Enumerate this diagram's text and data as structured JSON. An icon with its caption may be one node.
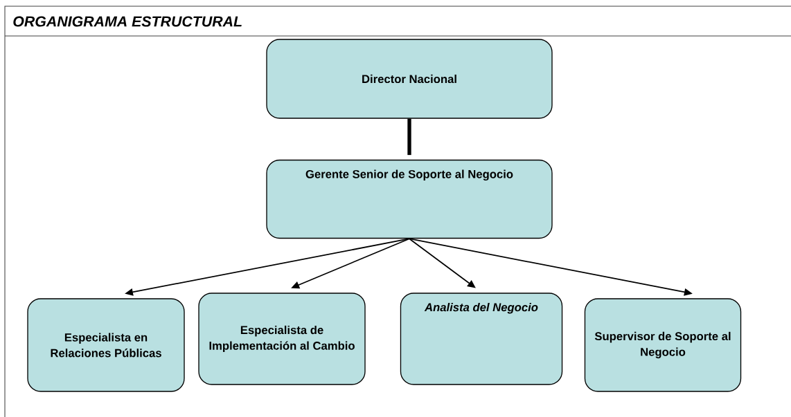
{
  "diagram": {
    "title": "ORGANIGRAMA ESTRUCTURAL",
    "nodes": [
      {
        "text": [
          "Director Nacional"
        ]
      },
      {
        "text": [
          "Gerente Senior de Soporte al Negocio"
        ]
      },
      {
        "text": [
          "Especialista en Relaciones Públicas"
        ]
      },
      {
        "text": [
          "Especialista de Implementación al Cambio"
        ]
      },
      {
        "text": [
          "Analista del Negocio"
        ]
      },
      {
        "text": [
          "Supervisor de Soporte al Negocio"
        ]
      }
    ],
    "edges": [
      {
        "from": 0,
        "to": 1,
        "arrow": "none",
        "style": "thick"
      },
      {
        "from": 1,
        "to": 2,
        "arrow": "to"
      },
      {
        "from": 1,
        "to": 3,
        "arrow": "to"
      },
      {
        "from": 1,
        "to": 4,
        "arrow": "to"
      },
      {
        "from": 1,
        "to": 5,
        "arrow": "to"
      }
    ]
  }
}
